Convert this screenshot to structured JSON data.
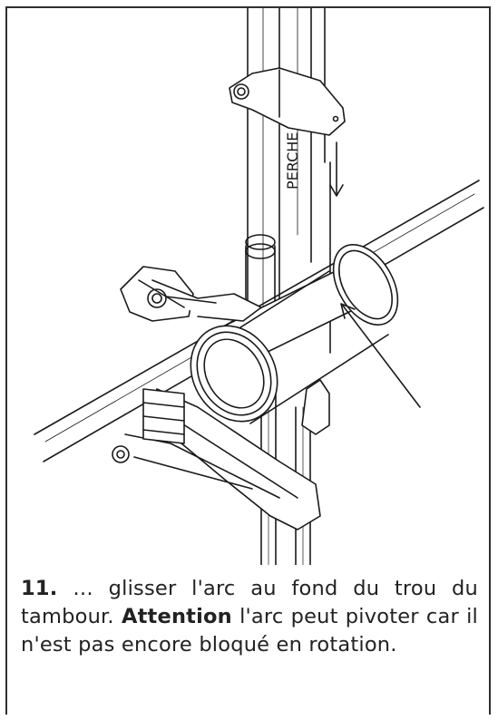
{
  "step": {
    "number": "11.",
    "text_before": " … glisser l'arc au fond du trou du tambour. ",
    "emphasis": "Attention",
    "text_after": " l'arc peut pivoter car il n'est pas encore bloqué en rotation."
  },
  "illustration": {
    "brand_text": "PERCHE",
    "arrows": [
      "down-arrow",
      "pointer-arrow"
    ]
  },
  "colors": {
    "line": "#1a1a1a",
    "border": "#2f2f2f",
    "text": "#222222"
  }
}
